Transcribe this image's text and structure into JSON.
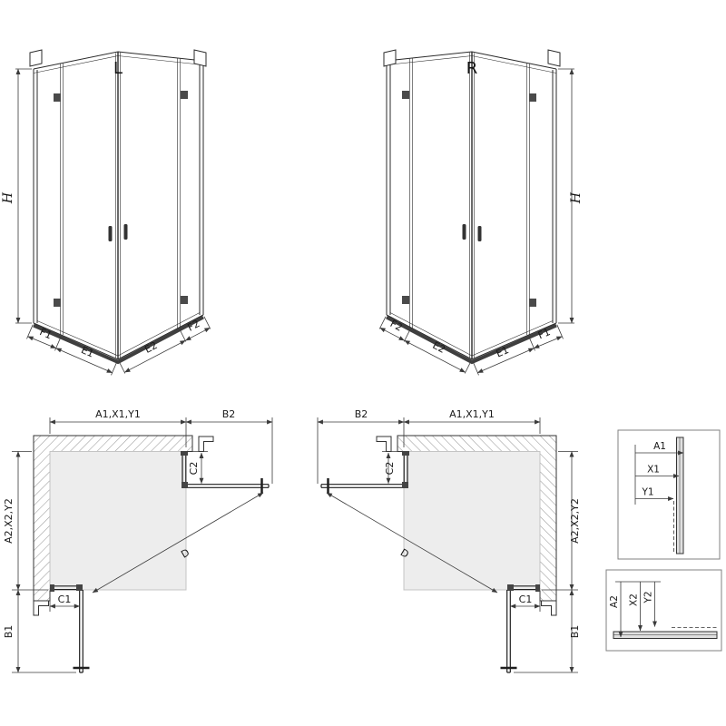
{
  "palette": {
    "line": "#2b2b2b",
    "dim_line": "#3a3a3a",
    "wall_hatch": "#9a9a9a",
    "tray_fill": "#ededed",
    "rail": "#3f3f3f"
  },
  "views": {
    "persp_left": {
      "variant": "L",
      "height": "H",
      "dims": {
        "f1": "F1",
        "e1": "E1",
        "e2": "E2",
        "f2": "F2"
      }
    },
    "persp_right": {
      "variant": "R",
      "height": "H",
      "dims": {
        "f2": "F2",
        "e2": "E2",
        "e1": "E1",
        "f1": "F1"
      }
    },
    "plan_left": {
      "top": "A1,X1,Y1",
      "top_right": "B2",
      "right": "C2",
      "left": "A2,X2,Y2",
      "bottom": "C1",
      "bottom_left": "B1",
      "diag": "D"
    },
    "plan_right": {
      "top": "A1,X1,Y1",
      "top_left": "B2",
      "left": "C2",
      "right": "A2,X2,Y2",
      "bottom": "C1",
      "bottom_right": "B1",
      "diag": "D"
    },
    "detail_top": {
      "a": "A1",
      "x": "X1",
      "y": "Y1"
    },
    "detail_bottom": {
      "a": "A2",
      "x": "X2",
      "y": "Y2"
    }
  }
}
